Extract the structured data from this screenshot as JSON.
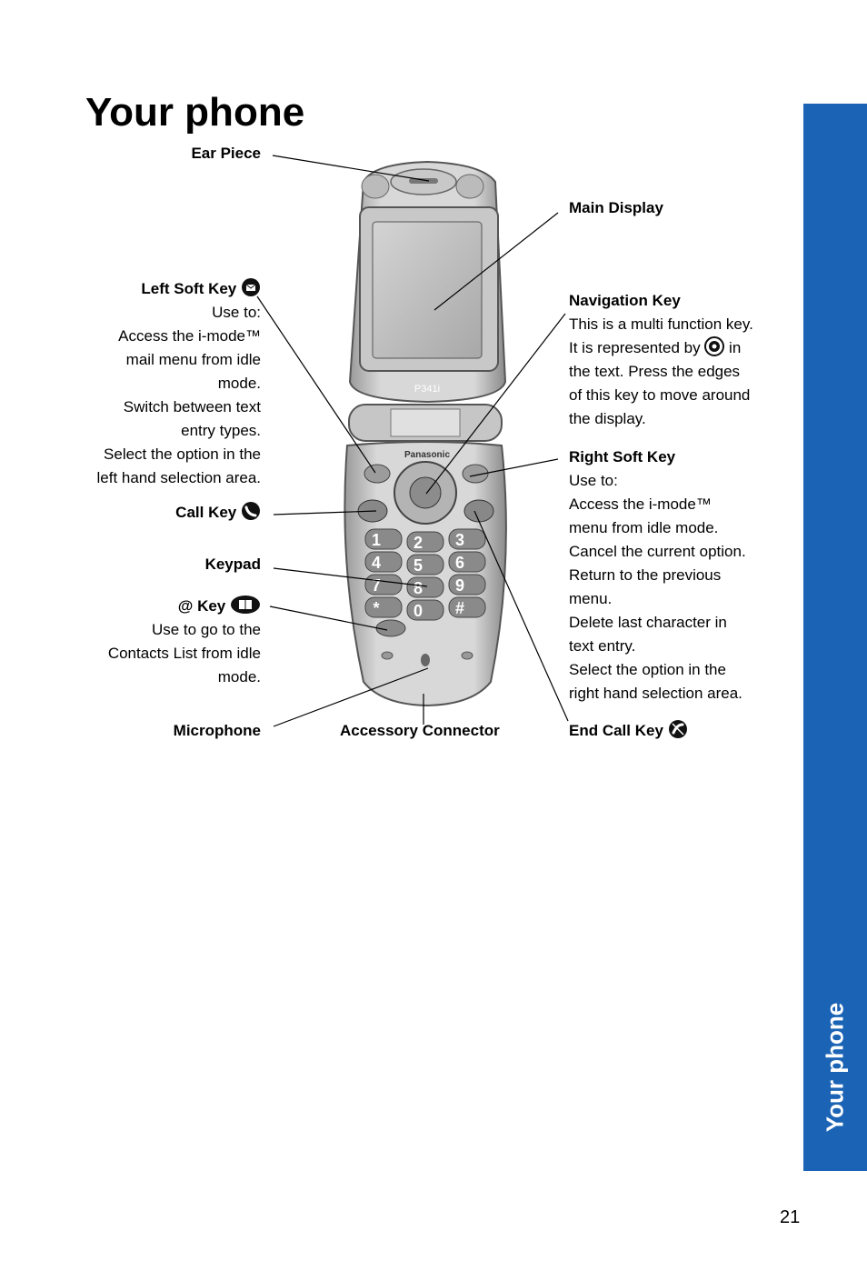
{
  "page": {
    "title": "Your phone",
    "side_tab": "Your phone",
    "page_number": "21",
    "accent_color": "#1b63b5"
  },
  "phone": {
    "model_label": "P341i",
    "brand_label": "Panasonic",
    "keys": [
      "1",
      "2",
      "3",
      "4",
      "5",
      "6",
      "7",
      "8",
      "9",
      "*",
      "0",
      "#"
    ]
  },
  "labels": {
    "ear_piece": "Ear Piece",
    "main_display": "Main Display",
    "left_soft_key": {
      "title": "Left Soft Key",
      "icon": "mail-icon",
      "lines": [
        "Use to:",
        "Access the i-mode™",
        "mail menu from idle",
        "mode.",
        "Switch between text",
        "entry types.",
        "Select the option in the",
        "left hand selection area."
      ]
    },
    "navigation_key": {
      "title": "Navigation Key",
      "line1": "This is a multi function key.",
      "line2_pre": "It is represented by",
      "line2_post": "in",
      "icon": "navigation-icon",
      "lines": [
        "the text. Press the edges",
        "of this key to move around",
        "the display."
      ]
    },
    "right_soft_key": {
      "title": "Right Soft Key",
      "lines": [
        "Use to:",
        "Access the i-mode™",
        "menu from idle mode.",
        "Cancel the current option.",
        "Return to the previous",
        "menu.",
        "Delete last character in",
        "text entry.",
        "Select the option in the",
        "right hand selection area."
      ]
    },
    "call_key": {
      "title": "Call Key",
      "icon": "call-icon"
    },
    "keypad": "Keypad",
    "at_key": {
      "title": "@ Key",
      "icon": "contacts-icon",
      "lines": [
        "Use to go to the",
        "Contacts List from idle",
        "mode."
      ]
    },
    "microphone": "Microphone",
    "accessory_connector": "Accessory Connector",
    "end_call_key": {
      "title": "End Call Key",
      "icon": "end-call-icon"
    }
  }
}
